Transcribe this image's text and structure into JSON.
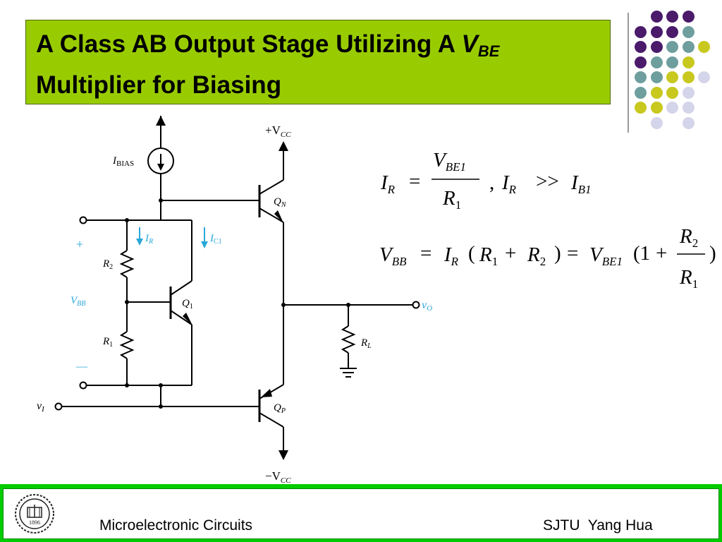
{
  "title": {
    "line1_prefix": "A Class AB Output Stage Utilizing A ",
    "line1_var": "V",
    "line1_var_sub": "BE",
    "line2": "Multiplier for Biasing"
  },
  "circuit": {
    "vcc_pos": "+V",
    "vcc_sub": "CC",
    "vcc_neg": "−V",
    "ibias": "I",
    "ibias_sub": "BIAS",
    "qn": "Q",
    "qn_sub": "N",
    "qp": "Q",
    "qp_sub": "P",
    "q1": "Q",
    "q1_sub": "1",
    "ir": "I",
    "ir_sub": "R",
    "ic1": "I",
    "ic1_sub": "C1",
    "r2": "R",
    "r2_sub": "2",
    "r1": "R",
    "r1_sub": "1",
    "rl": "R",
    "rl_sub": "L",
    "vbb": "V",
    "vbb_sub": "BB",
    "plus": "+",
    "minus": "—",
    "vi": "v",
    "vi_sub": "I",
    "vo": "v",
    "vo_sub": "O"
  },
  "equations": {
    "eq1_lhs": "I",
    "eq1_lhs_sub": "R",
    "eq1_equals": "=",
    "eq1_num": "V",
    "eq1_num_sub": "BE1",
    "eq1_den": "R",
    "eq1_den_sub": "1",
    "eq1_cond_comma": ",",
    "eq1_cond_i": "I",
    "eq1_cond_i_sub": "R",
    "eq1_cond_op": ">>",
    "eq1_cond_ib": "I",
    "eq1_cond_ib_sub": "B1",
    "eq2_v": "V",
    "eq2_v_sub": "BB",
    "eq2_equals1": "=",
    "eq2_i": "I",
    "eq2_i_sub": "R",
    "eq2_open": "(",
    "eq2_r1": "R",
    "eq2_r1_sub": "1",
    "eq2_plus": "+",
    "eq2_r2": "R",
    "eq2_r2_sub": "2",
    "eq2_close": ")",
    "eq2_equals2": "=",
    "eq2_vbe": "V",
    "eq2_vbe_sub": "BE1",
    "eq2_open2": "(1",
    "eq2_plus2": "+",
    "eq2_fnum": "R",
    "eq2_fnum_sub": "2",
    "eq2_fden": "R",
    "eq2_fden_sub": "1",
    "eq2_close2": ")"
  },
  "footer": {
    "left": "Microelectronic Circuits",
    "right": "SJTU  Yang Hua",
    "logo_text": "1896"
  },
  "colors": {
    "title_bg": "#99cc00",
    "footer_bar": "#00cc00",
    "label_blue": "#29a8d8",
    "dot_purple": "#4b1a6b",
    "dot_teal": "#6f9e9e",
    "dot_yellow": "#c8c81e",
    "dot_lavender": "#d4d4ea"
  }
}
